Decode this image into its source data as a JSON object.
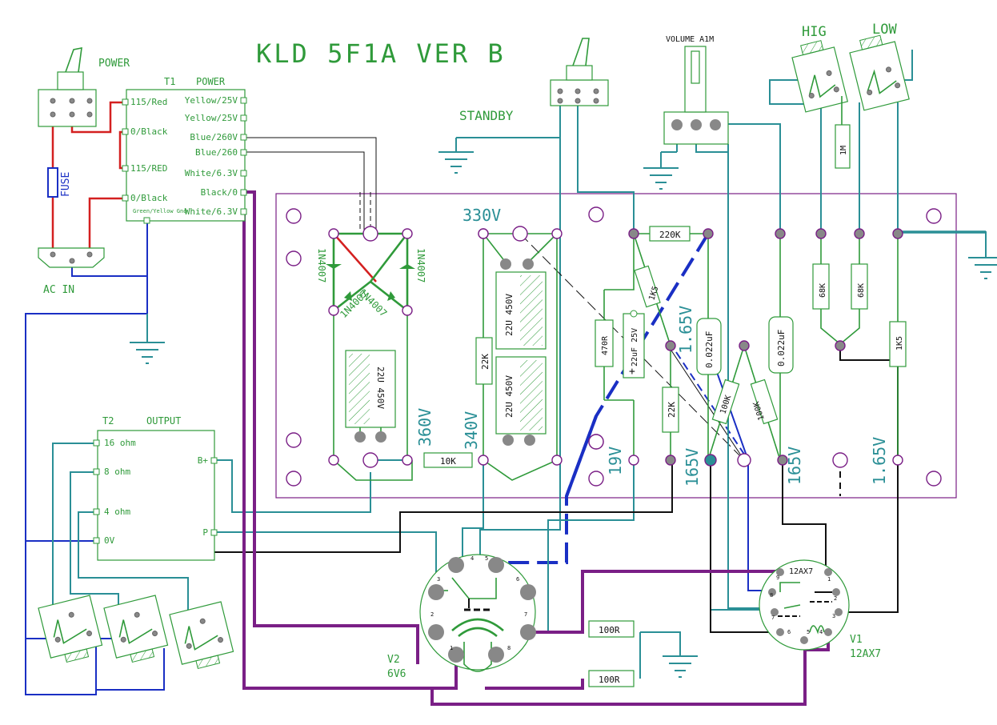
{
  "title": "KLD 5F1A VER B",
  "power_switch": {
    "label": "POWER"
  },
  "standby_switch": {
    "label": "STANDBY"
  },
  "fuse": {
    "label": "FUSE"
  },
  "ac_in": {
    "label": "AC IN"
  },
  "transformer_t1": {
    "name": "T1",
    "title": "POWER",
    "left_taps": [
      "115/Red",
      "0/Black",
      "115/RED",
      "0/Black"
    ],
    "right_taps": [
      "Yellow/25V",
      "Yellow/25V",
      "Blue/260V",
      "Blue/260",
      "White/6.3V",
      "Black/0",
      "White/6.3V"
    ],
    "ground_tap": "Green/Yellow Gnd"
  },
  "transformer_t2": {
    "name": "T2",
    "title": "OUTPUT",
    "left_taps": [
      "16 ohm",
      "8 ohm",
      "4 ohm",
      "0V"
    ],
    "right_taps": [
      "B+",
      "P"
    ]
  },
  "volume": {
    "label": "VOLUME A1M"
  },
  "jacks": {
    "high": "HIG",
    "low": "LOW"
  },
  "board_components": {
    "diodes": [
      "1N4007",
      "1N4007",
      "1N4007",
      "1N4007"
    ],
    "caps_large": [
      "22U 450V",
      "22U 450V",
      "22U 450V"
    ],
    "r_10k": "10K",
    "r_22k_a": "22K",
    "r_470r": "470R",
    "cap_22uf": "22uF 25V",
    "cap_plus": "+",
    "r_220k": "220K",
    "r_1k5_a": "1K5",
    "r_22k_b": "22K",
    "cap_0022_a": "0.022uF",
    "cap_0022_b": "0.022uF",
    "r_100k_a": "100K",
    "r_100k_b": "100K",
    "r_68k_a": "68K",
    "r_68k_b": "68K",
    "r_1k5_b": "1K5",
    "r_1m": "1M"
  },
  "voltages": {
    "v330": "330V",
    "v360": "360V",
    "v340": "340V",
    "v19": "19V",
    "v165a": "165V",
    "v165b": "165V",
    "v165c": "1.65V",
    "v165d": "1.65V"
  },
  "tubes": {
    "v2_name": "V2",
    "v2_type": "6V6",
    "v1_name": "V1",
    "v1_type": "12AX7",
    "v1_socket_label": "12AX7",
    "v2_pins": [
      "1",
      "2",
      "3",
      "4",
      "5",
      "6",
      "7",
      "8"
    ],
    "v1_pins": [
      "1",
      "2",
      "3",
      "4",
      "5",
      "6",
      "7",
      "8",
      "9"
    ]
  },
  "heater_resistors": [
    "100R",
    "100R"
  ],
  "colors": {
    "green": "#2f9a3a",
    "teal": "#2a8f96",
    "red": "#d42020",
    "blue": "#1a2fc4",
    "purple": "#7a1f86",
    "black": "#111111"
  }
}
